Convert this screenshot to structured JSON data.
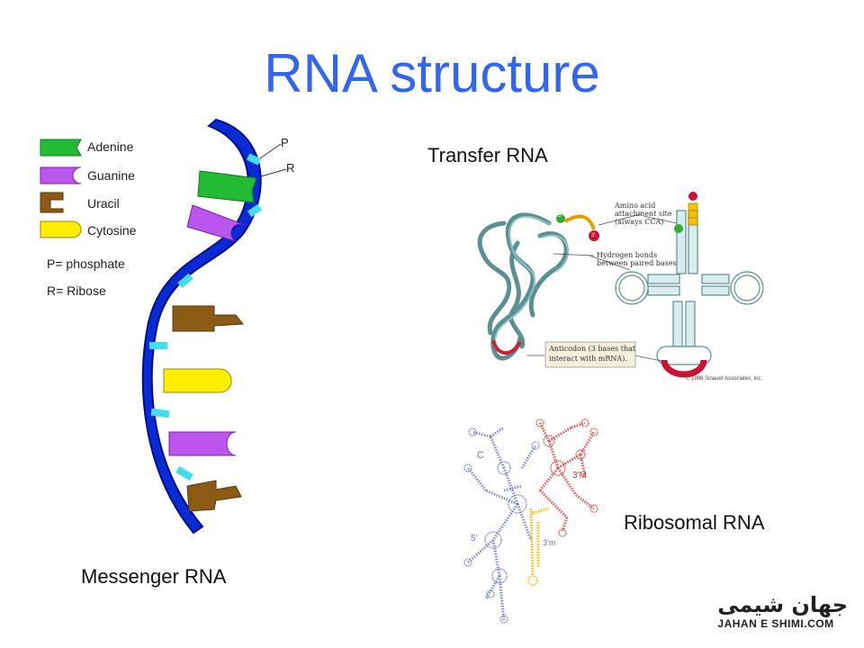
{
  "slide": {
    "title": "RNA structure"
  },
  "captions": {
    "mrna": "Messenger RNA",
    "trna": "Transfer RNA",
    "rrna": "Ribosomal RNA"
  },
  "legend": {
    "items": [
      {
        "label": "Adenine",
        "color": "#22bb33"
      },
      {
        "label": "Guanine",
        "color": "#bb55ee"
      },
      {
        "label": "Uracil",
        "color": "#8b5a14"
      },
      {
        "label": "Cytosine",
        "color": "#ffee00"
      }
    ],
    "p_def": "P= phosphate",
    "r_def": "R= Ribose",
    "p_tag": "P",
    "r_tag": "R"
  },
  "trna_labels": {
    "amino": "Amino acid",
    "attach": "attachment site",
    "cca": "(always CCA)",
    "hbonds": "Hydrogen bonds",
    "between": "between paired bases",
    "anticodon": "Anticodon (3 bases that",
    "interact": "interact with mRNA).",
    "copyright": "© 1998 Sinauer Associates, Inc.",
    "five_prime": "5'",
    "three_prime": "3'"
  },
  "rrna_labels": {
    "c": "C",
    "five": "5'",
    "three_m": "3'M",
    "three_m2": "3'm"
  },
  "logo": {
    "arabic": "جهان شیمی",
    "text": "JAHAN E SHIMI.COM"
  },
  "colors": {
    "title": "#3366ee",
    "backbone": "#0a2ad6",
    "phosphate": "#44ddee",
    "trna": "#66a9ab",
    "rrna_red": "#e85555",
    "rrna_blue": "#7f8ad6",
    "rrna_yellow": "#f2c000"
  }
}
